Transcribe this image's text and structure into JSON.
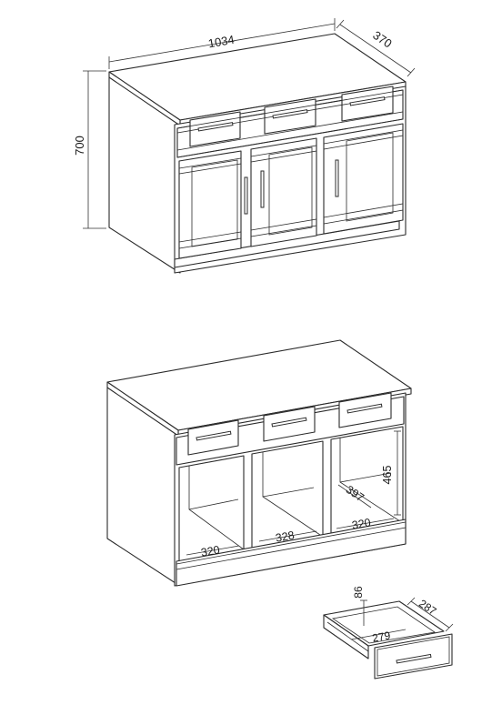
{
  "dimensions": {
    "overall_width": "1034",
    "overall_depth": "370",
    "overall_height": "700",
    "compartment_left_width": "320",
    "compartment_middle_width": "328",
    "compartment_right_width": "320",
    "compartment_depth": "397",
    "compartment_height": "465",
    "drawer_height": "86",
    "drawer_depth": "287",
    "drawer_inner_width": "279"
  }
}
